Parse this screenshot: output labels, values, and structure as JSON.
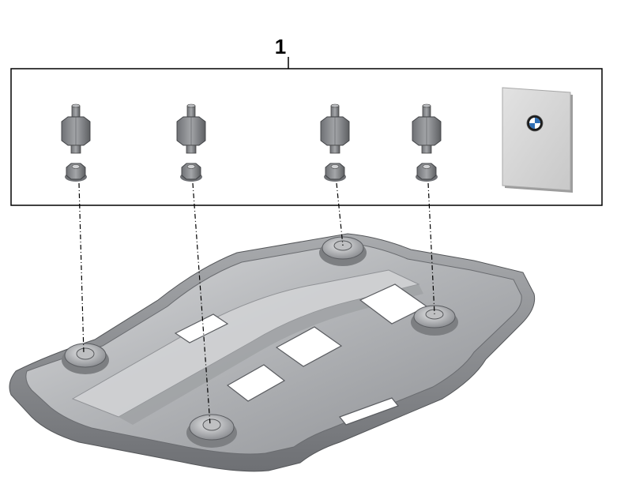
{
  "callout": {
    "number": "1"
  },
  "kit_contents": {
    "fastener_sets": [
      {
        "id": "a"
      },
      {
        "id": "b"
      },
      {
        "id": "c"
      },
      {
        "id": "d"
      }
    ],
    "documentation": {
      "icon": "bmw-logo-icon"
    }
  },
  "colors": {
    "line": "#000000",
    "part_metal": "#8a8c8f",
    "plate_light": "#c9cacc",
    "plate_dark": "#7d7f82",
    "leaflet": "#d6d6d6",
    "logo_blue": "#2f6fb5"
  }
}
